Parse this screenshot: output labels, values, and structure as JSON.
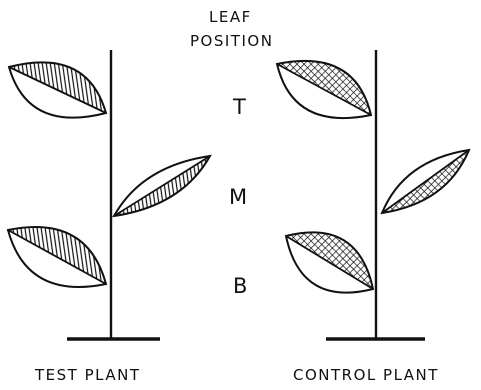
{
  "header": {
    "line1": "LEAF",
    "line2": "POSITION"
  },
  "positions": [
    {
      "label": "T"
    },
    {
      "label": "M"
    },
    {
      "label": "B"
    }
  ],
  "plants": [
    {
      "caption": "TEST PLANT",
      "hatch": "diagonal-lines",
      "shaded_half": "upper-top-leaf, lower-middle-leaf, upper-bottom-leaf"
    },
    {
      "caption": "CONTROL PLANT",
      "hatch": "cross-hatch",
      "shaded_half": "upper-top-leaf, lower-middle-leaf, upper-bottom-leaf"
    }
  ]
}
